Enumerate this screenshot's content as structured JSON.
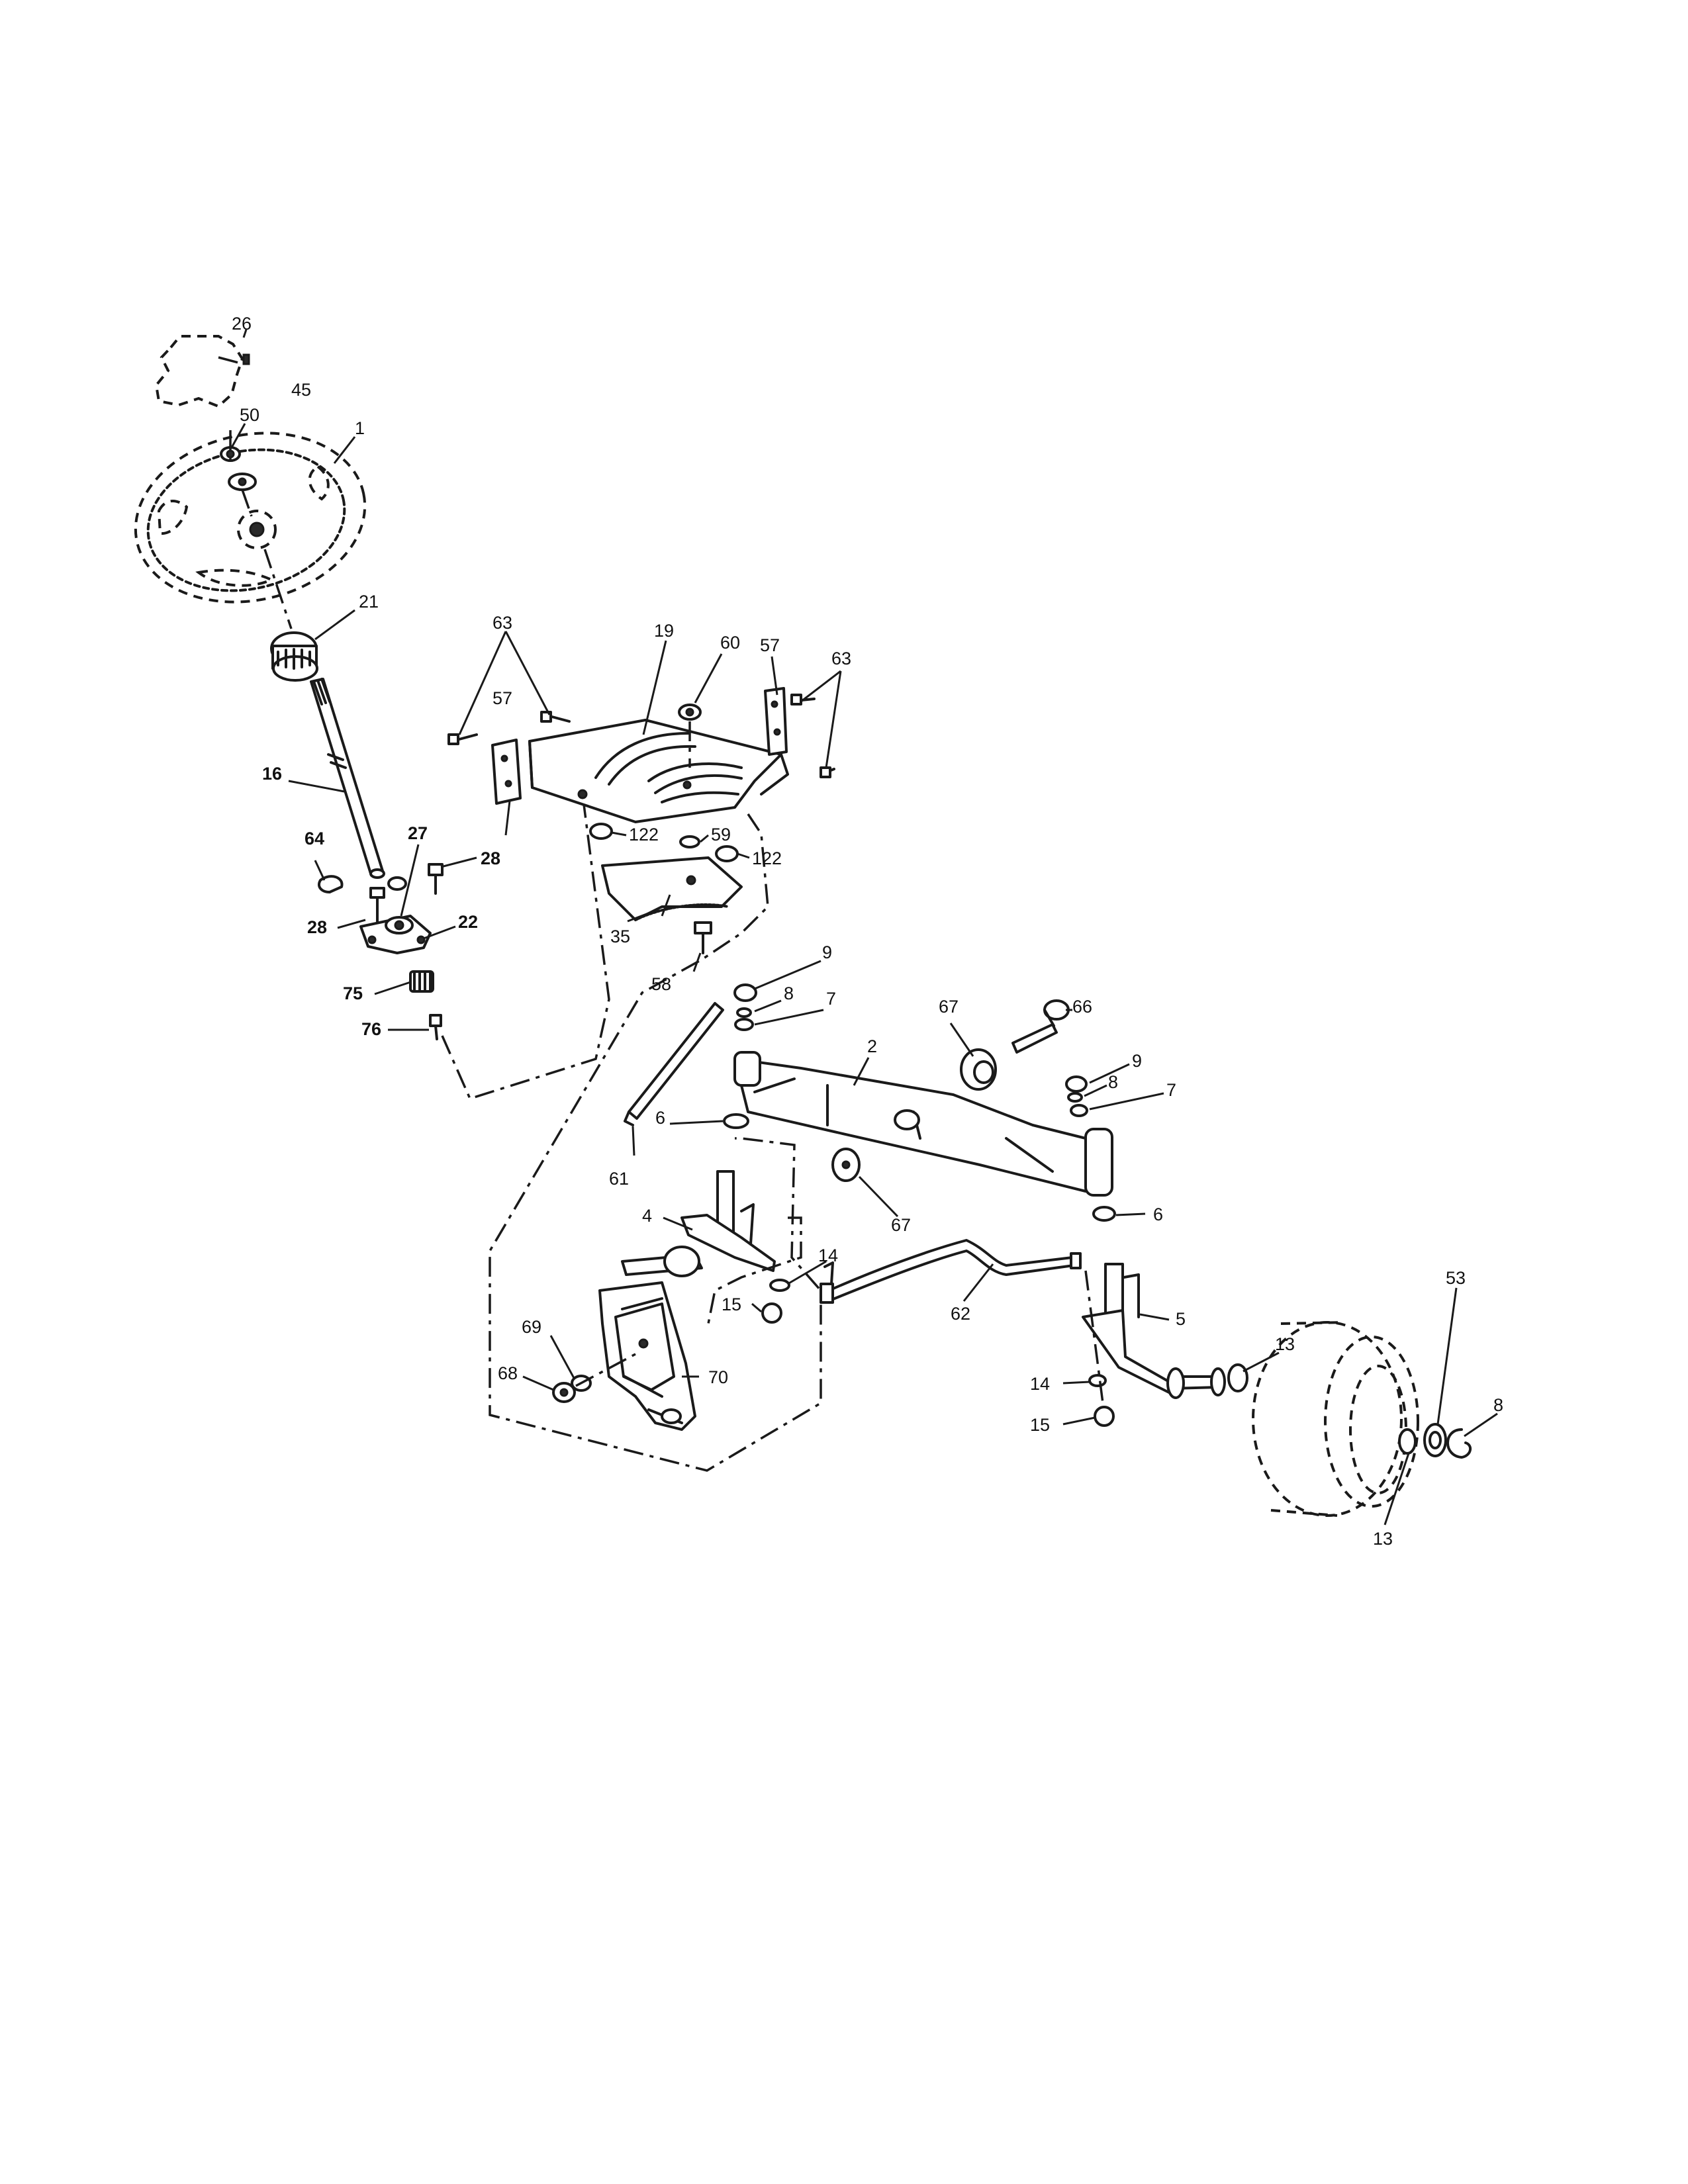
{
  "callouts": {
    "c26": "26",
    "c45": "45",
    "c50": "50",
    "c1": "1",
    "c21": "21",
    "c16": "16",
    "c64": "64",
    "c27": "27",
    "c28a": "28",
    "c28b": "28",
    "c22": "22",
    "c75": "75",
    "c76": "76",
    "c63a": "63",
    "c19": "19",
    "c60": "60",
    "c57a": "57",
    "c63b": "63",
    "c57b": "57",
    "c122a": "122",
    "c59": "59",
    "c122b": "122",
    "c35": "35",
    "c58": "58",
    "c9a": "9",
    "c8a": "8",
    "c7a": "7",
    "c67a": "67",
    "c66": "66",
    "c2": "2",
    "c9b": "9",
    "c8b": "8",
    "c7b": "7",
    "c6a": "6",
    "c61": "61",
    "c67b": "67",
    "c6b": "6",
    "c4": "4",
    "c14a": "14",
    "c15a": "15",
    "c62": "62",
    "c5": "5",
    "c69": "69",
    "c68": "68",
    "c70": "70",
    "c13a": "13",
    "c53": "53",
    "c8c": "8",
    "c14b": "14",
    "c15b": "15",
    "c13b": "13"
  }
}
